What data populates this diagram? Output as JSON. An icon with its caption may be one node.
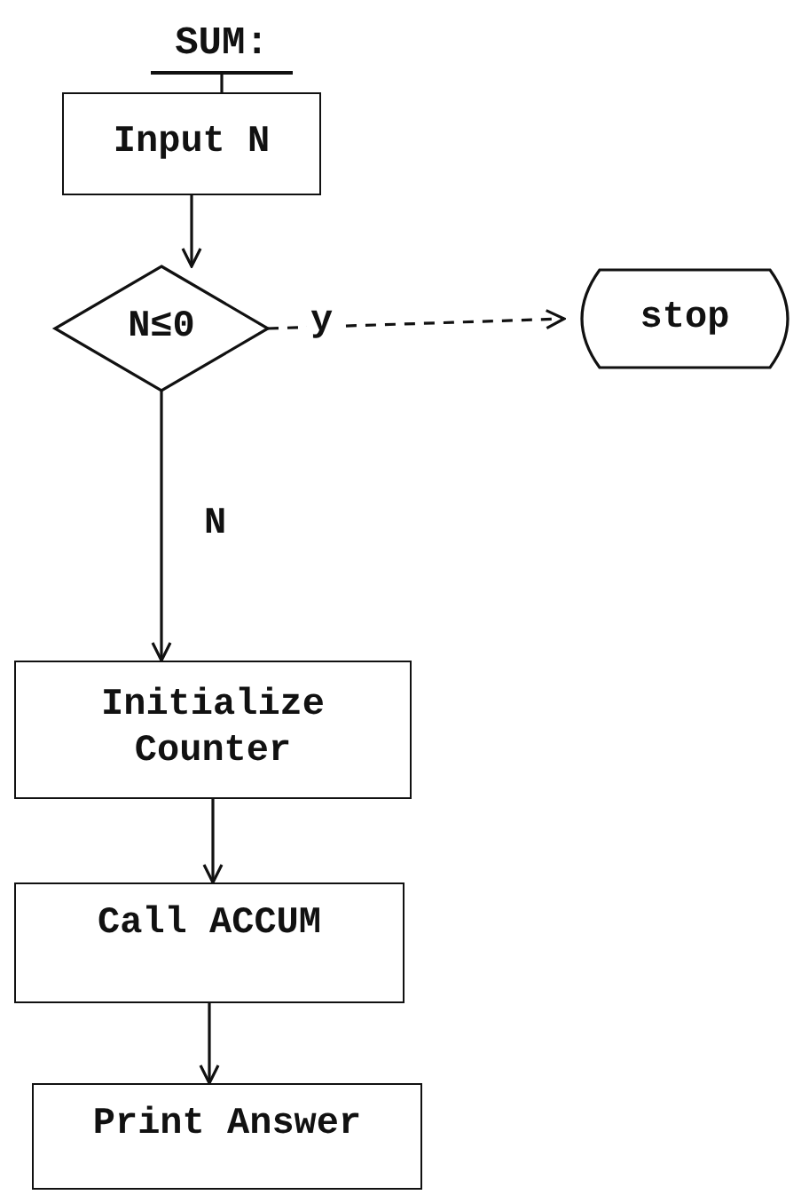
{
  "diagram": {
    "nodes": [
      {
        "text": [
          "SUM:"
        ]
      },
      {
        "text": [
          "Input N"
        ]
      },
      {
        "text": [
          "N≤0"
        ]
      },
      {
        "text": [
          "stop"
        ]
      },
      {
        "text": [
          "Initialize Counter"
        ]
      },
      {
        "text": [
          "Call ACCUM"
        ]
      },
      {
        "text": [
          "Print Answer"
        ]
      }
    ],
    "edges": [
      {
        "from": 0,
        "to": 1,
        "arrow": "none"
      },
      {
        "from": 1,
        "to": 2,
        "arrow": "to"
      },
      {
        "from": 2,
        "to": 3,
        "arrow": "to",
        "label": "y",
        "style": "dashed"
      },
      {
        "from": 2,
        "to": 4,
        "arrow": "to",
        "label": "N"
      },
      {
        "from": 4,
        "to": 5,
        "arrow": "to"
      },
      {
        "from": 5,
        "to": 6,
        "arrow": "to"
      }
    ]
  }
}
